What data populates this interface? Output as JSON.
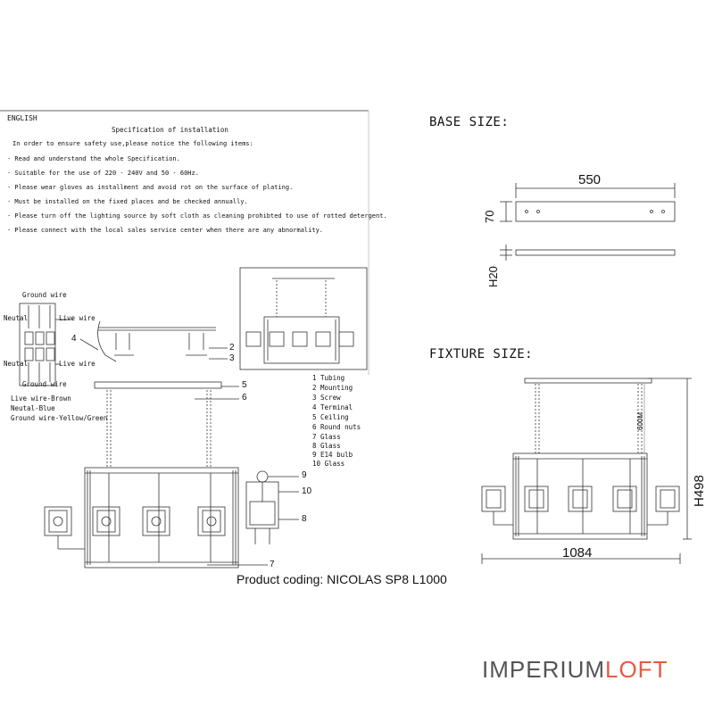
{
  "spec": {
    "language": "ENGLISH",
    "title": "Specification of installation",
    "intro": "In order to ensure safety use,please notice the following items:",
    "items": [
      "·  Read and understand the whole Specification.",
      "·  Suitable for the use of 220 - 240V and 50 - 60Hz.",
      "·  Please wear gloves as installment and avoid rot on the surface of plating.",
      "·  Must be installed on the fixed places and be checked annually.",
      "·  Please turn off the lighting source by soft cloth as cleaning prohibted to use of rotted detergent.",
      "·  Please connect with the local sales service center when there are any abnormality."
    ]
  },
  "wiring": {
    "ground_top": "Ground wire",
    "neutral": "Neutal",
    "live_top": "Live wire",
    "neutral_bottom": "Neutal",
    "live_bottom": "Live wire",
    "ground_bottom": "Ground wire",
    "colors": [
      "Live wire-Brown",
      "Neutal-Blue",
      "Ground wire-Yellow/Green"
    ]
  },
  "callouts": [
    "4",
    "2",
    "3",
    "5",
    "6",
    "9",
    "10",
    "8",
    "7"
  ],
  "legend": [
    "1 Tubing",
    "2 Mounting",
    "3 Screw",
    "4 Terminal",
    "5 Ceiling",
    "6 Round nuts",
    "7 Glass",
    "8 Glass",
    "9 E14 bulb",
    "10 Glass"
  ],
  "base_size": {
    "header": "BASE SIZE:",
    "width": "550",
    "depth": "70",
    "height": "H20"
  },
  "fixture_size": {
    "header": "FIXTURE SIZE:",
    "chain": "600M",
    "height": "H498",
    "width": "1084"
  },
  "product_coding": "Product coding: NICOLAS SP8 L1000",
  "logo": {
    "part1": "IMPERIUM",
    "part2": "LOFT",
    "accent": "#e85a40"
  }
}
